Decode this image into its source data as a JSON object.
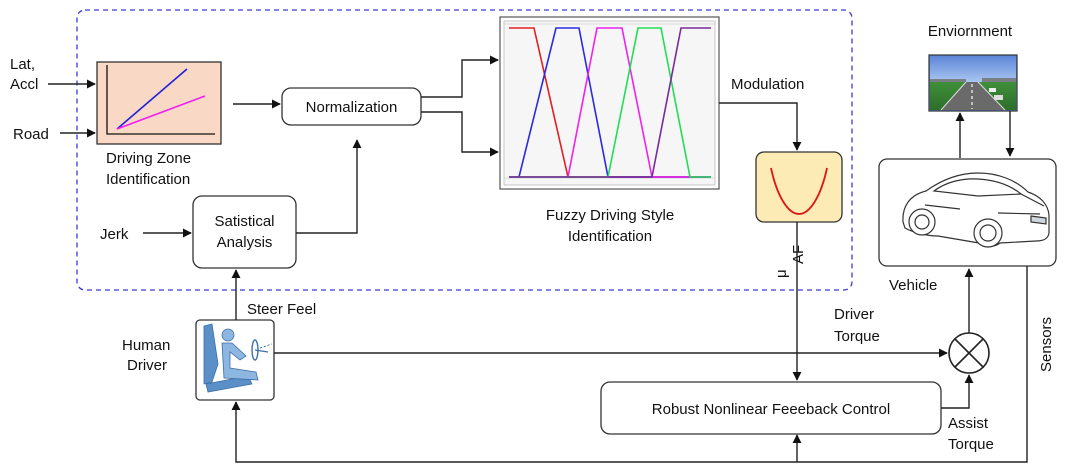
{
  "inputs": {
    "lat_line1": "Lat,",
    "lat_line2": "Accl",
    "road": "Road",
    "jerk": "Jerk"
  },
  "blocks": {
    "zone_line1": "Driving Zone",
    "zone_line2": "Identification",
    "normalization": "Normalization",
    "stat_line1": "Satistical",
    "stat_line2": "Analysis",
    "fuzzy_line1": "Fuzzy Driving Style",
    "fuzzy_line2": "Identification",
    "control": "Robust Nonlinear Feeeback Control"
  },
  "labels": {
    "modulation": "Modulation",
    "mu_symbol": "μ",
    "mu_subscript": "AF",
    "environment": "Enviornment",
    "vehicle": "Vehicle",
    "sensors": "Sensors",
    "steer_feel": "Steer Feel",
    "human_line1": "Human",
    "human_line2": "Driver",
    "driver_torque_line1": "Driver",
    "driver_torque_line2": "Torque",
    "assist_line1": "Assist",
    "assist_line2": "Torque"
  },
  "colors": {
    "dashed_frame": "#3a3ad8",
    "zone_fill": "#f9d9c6",
    "modulation_fill": "#fcebb4",
    "curve_red": "#e01515",
    "fuzzy_red": "#e02020",
    "fuzzy_blue": "#2a2ae0",
    "fuzzy_magenta": "#ee22ee",
    "fuzzy_green": "#22dd55",
    "fuzzy_purple": "#7a2a9a",
    "line_blue": "#2020d8",
    "line_magenta": "#ee22ee",
    "driver_blue": "#5b8fc7"
  }
}
